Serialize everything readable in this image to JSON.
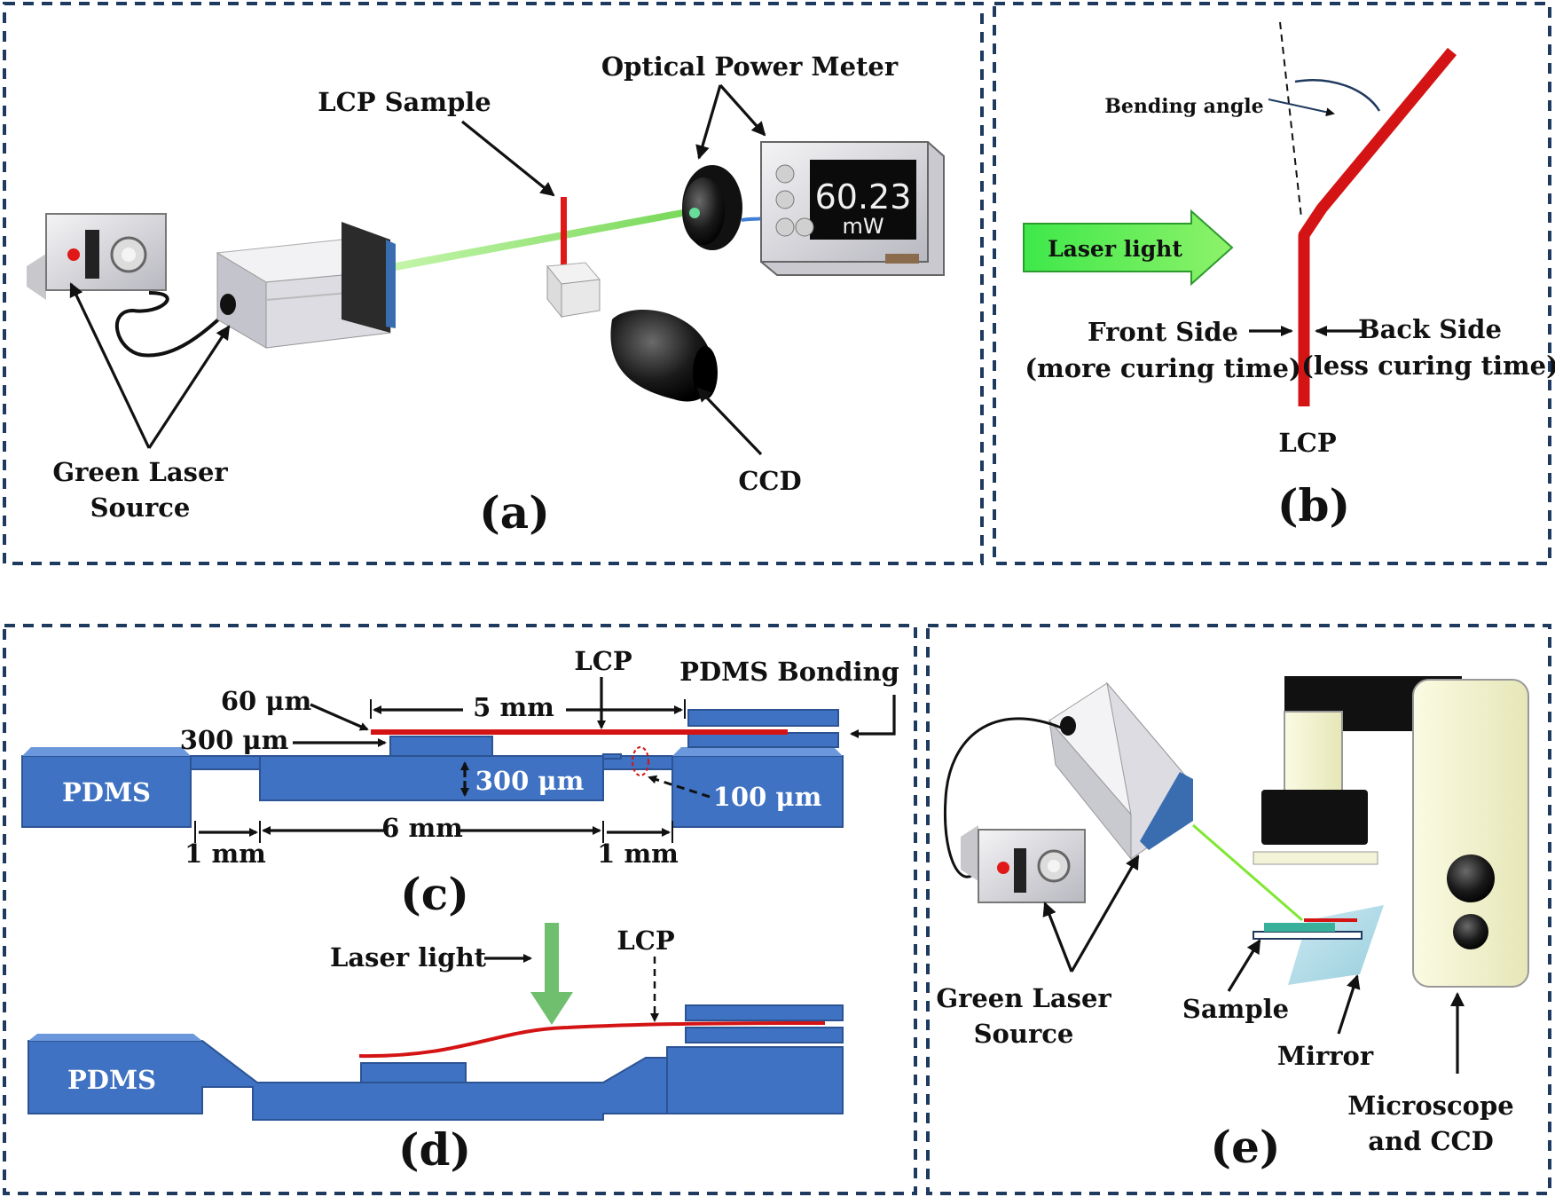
{
  "panels": {
    "a": {
      "panel_label": "(a)",
      "labels": {
        "optical_power_meter": "Optical Power Meter",
        "lcp_sample": "LCP Sample",
        "green_laser_line1": "Green Laser",
        "green_laser_line2": "Source",
        "ccd": "CCD"
      },
      "meter": {
        "reading": "60.23",
        "unit": "mW"
      }
    },
    "b": {
      "panel_label": "(b)",
      "labels": {
        "bending_angle": "Bending angle",
        "laser_light": "Laser light",
        "front_side": "Front Side",
        "front_side_note": "(more curing time)",
        "back_side": "Back Side",
        "back_side_note": "(less curing time)",
        "lcp": "LCP"
      }
    },
    "c": {
      "panel_label": "(c)",
      "labels": {
        "lcp": "LCP",
        "pdms_bonding": "PDMS Bonding",
        "dim_60um": "60 μm",
        "dim_5mm": "5 mm",
        "dim_300um_top": "300 μm",
        "dim_300um_inner": "300 μm",
        "dim_100um": "100 μm",
        "pdms": "PDMS",
        "dim_1mm_left": "1 mm",
        "dim_6mm": "6 mm",
        "dim_1mm_right": "1 mm"
      }
    },
    "d": {
      "panel_label": "(d)",
      "labels": {
        "laser_light": "Laser light",
        "lcp": "LCP",
        "pdms": "PDMS"
      }
    },
    "e": {
      "panel_label": "(e)",
      "labels": {
        "green_laser_line1": "Green Laser",
        "green_laser_line2": "Source",
        "sample": "Sample",
        "mirror": "Mirror",
        "microscope_line1": "Microscope",
        "microscope_line2": "and CCD"
      }
    }
  },
  "colors": {
    "frame": "#1f3a5f",
    "lcp_red": "#d41414",
    "pdms_blue": "#3f72c2",
    "laser_green": "#7fe832",
    "arrow_green": "#6fbf6f"
  }
}
